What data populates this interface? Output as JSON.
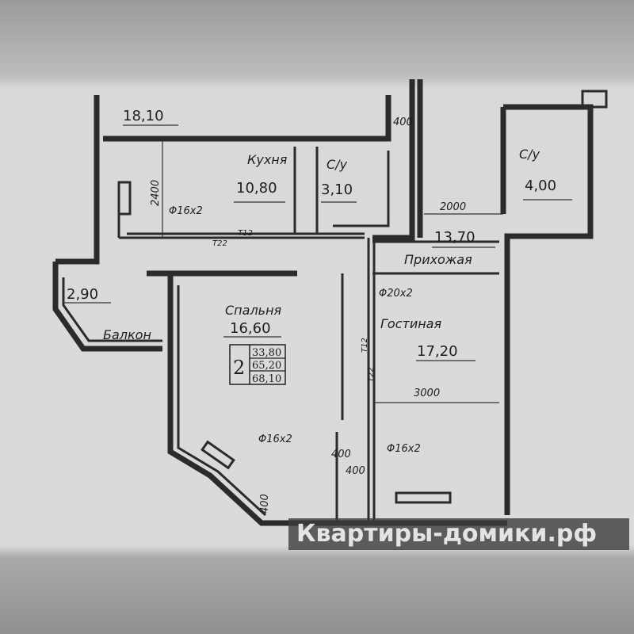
{
  "rooms": {
    "room_top_left_area": "18,10",
    "kitchen": {
      "label": "Кухня",
      "area": "10,80"
    },
    "bathroom_1": {
      "label": "С/у",
      "area": "3,10"
    },
    "bathroom_2": {
      "label": "С/у",
      "area": "4,00"
    },
    "hallway": {
      "label": "Прихожая",
      "area": "13,70"
    },
    "balcony": {
      "label": "Балкон",
      "area": "2,90"
    },
    "bedroom": {
      "label": "Спальня",
      "area": "16,60"
    },
    "living_room": {
      "label": "Гостиная",
      "area": "17,20"
    }
  },
  "dimensions": {
    "d400_top": "400",
    "d2400": "2400",
    "d2000": "2000",
    "d3000": "3000",
    "d400_a": "400",
    "d400_b": "400",
    "d400_c": "400"
  },
  "pipes": {
    "p16_kitchen": "Φ16x2",
    "t12_h": "T12",
    "t22_h": "T22",
    "p20": "Φ20x2",
    "t12_v": "T12",
    "t22_v": "T22",
    "p16_bedroom": "Φ16x2",
    "p16_living": "Φ16x2"
  },
  "summary": {
    "rooms_count": "2",
    "living_area": "33,80",
    "total_area": "65,20",
    "total_with_balcony": "68,10"
  },
  "watermark": "Квартиры-домики.рф",
  "colors": {
    "paper": "#dadadc",
    "walls": "#2b2b2b",
    "logo_green": "#7ac142"
  }
}
